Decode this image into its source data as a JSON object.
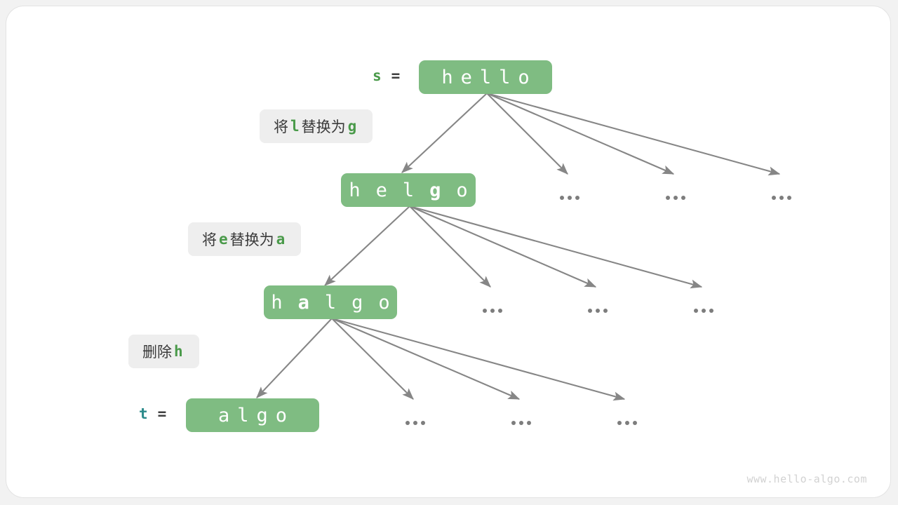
{
  "meta": {
    "watermark": "www.hello-algo.com",
    "colors": {
      "node_fill": "#7fbc82",
      "node_text": "#ffffff",
      "chip_fill": "#eeeeee",
      "chip_text": "#3a3a3a",
      "accent_green": "#4a9a4a",
      "accent_teal": "#2b8a8a",
      "arrow": "#868686",
      "card_bg": "#ffffff",
      "page_bg": "#f2f2f2"
    }
  },
  "variables": {
    "source": {
      "name": "s",
      "equals": "="
    },
    "target": {
      "name": "t",
      "equals": "="
    }
  },
  "nodes": [
    {
      "id": "node-hello",
      "text": "hello",
      "chars": [
        "h",
        "e",
        "l",
        "l",
        "o"
      ],
      "highlight_index": -1,
      "level": 0
    },
    {
      "id": "node-helgo",
      "text": "helgo",
      "chars": [
        "h",
        "e",
        "l",
        "g",
        "o"
      ],
      "highlight_index": 3,
      "level": 1
    },
    {
      "id": "node-halgo",
      "text": "halgo",
      "chars": [
        "h",
        "a",
        "l",
        "g",
        "o"
      ],
      "highlight_index": 1,
      "level": 2
    },
    {
      "id": "node-algo",
      "text": "algo",
      "chars": [
        "a",
        "l",
        "g",
        "o"
      ],
      "highlight_index": -1,
      "level": 3
    }
  ],
  "operations": [
    {
      "id": "op-replace-l-g",
      "prefix": "将",
      "from": "l",
      "middle": "替换为",
      "to": "g",
      "full_text": "将 l 替换为 g",
      "kind": "replace"
    },
    {
      "id": "op-replace-e-a",
      "prefix": "将",
      "from": "e",
      "middle": "替换为",
      "to": "a",
      "full_text": "将 e 替换为 a",
      "kind": "replace"
    },
    {
      "id": "op-delete-h",
      "prefix": "删除",
      "from": "h",
      "middle": "",
      "to": "",
      "full_text": "删除 h",
      "kind": "delete"
    }
  ],
  "ellipsis_label": "...",
  "ellipsis_rows": [
    {
      "row": 1,
      "count": 3
    },
    {
      "row": 2,
      "count": 3
    },
    {
      "row": 3,
      "count": 3
    }
  ]
}
